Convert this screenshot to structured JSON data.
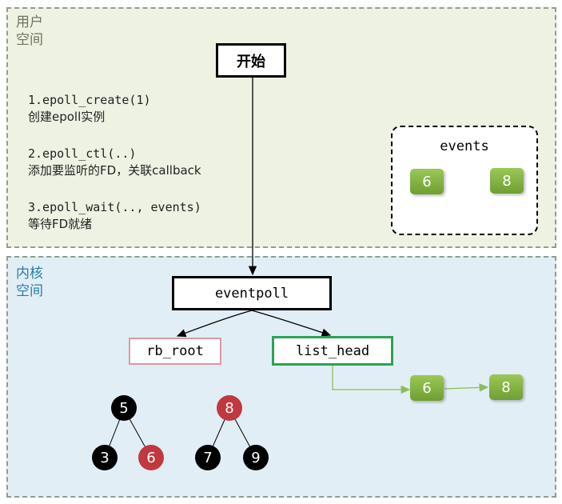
{
  "user_space": {
    "label": "用户空间"
  },
  "kernel_space": {
    "label": "内核空间"
  },
  "start": {
    "label": "开始"
  },
  "steps": [
    {
      "code": "1.epoll_create(1)",
      "desc": "创建epoll实例"
    },
    {
      "code": "2.epoll_ctl(..)",
      "desc": "添加要监听的FD，关联callback"
    },
    {
      "code": "3.epoll_wait(.., events)",
      "desc": "等待FD就绪"
    }
  ],
  "events": {
    "title": "events",
    "items": [
      "6",
      "8"
    ]
  },
  "eventpoll": {
    "label": "eventpoll"
  },
  "rb_root": {
    "label": "rb_root"
  },
  "list_head": {
    "label": "list_head",
    "items": [
      "6",
      "8"
    ]
  },
  "tree": {
    "root_left": {
      "value": "5",
      "color": "black"
    },
    "root_right": {
      "value": "8",
      "color": "red"
    },
    "leaves": [
      {
        "value": "3",
        "color": "black"
      },
      {
        "value": "6",
        "color": "red"
      },
      {
        "value": "7",
        "color": "black"
      },
      {
        "value": "9",
        "color": "black"
      }
    ]
  },
  "colors": {
    "user_bg": "#eef2e2",
    "kernel_bg": "#e2eef5",
    "kernel_label": "#2a7da0",
    "green_item": "#86b544",
    "red_node": "#c0393f",
    "list_head_border": "#2aa357",
    "rb_root_border": "#d99aa4"
  }
}
